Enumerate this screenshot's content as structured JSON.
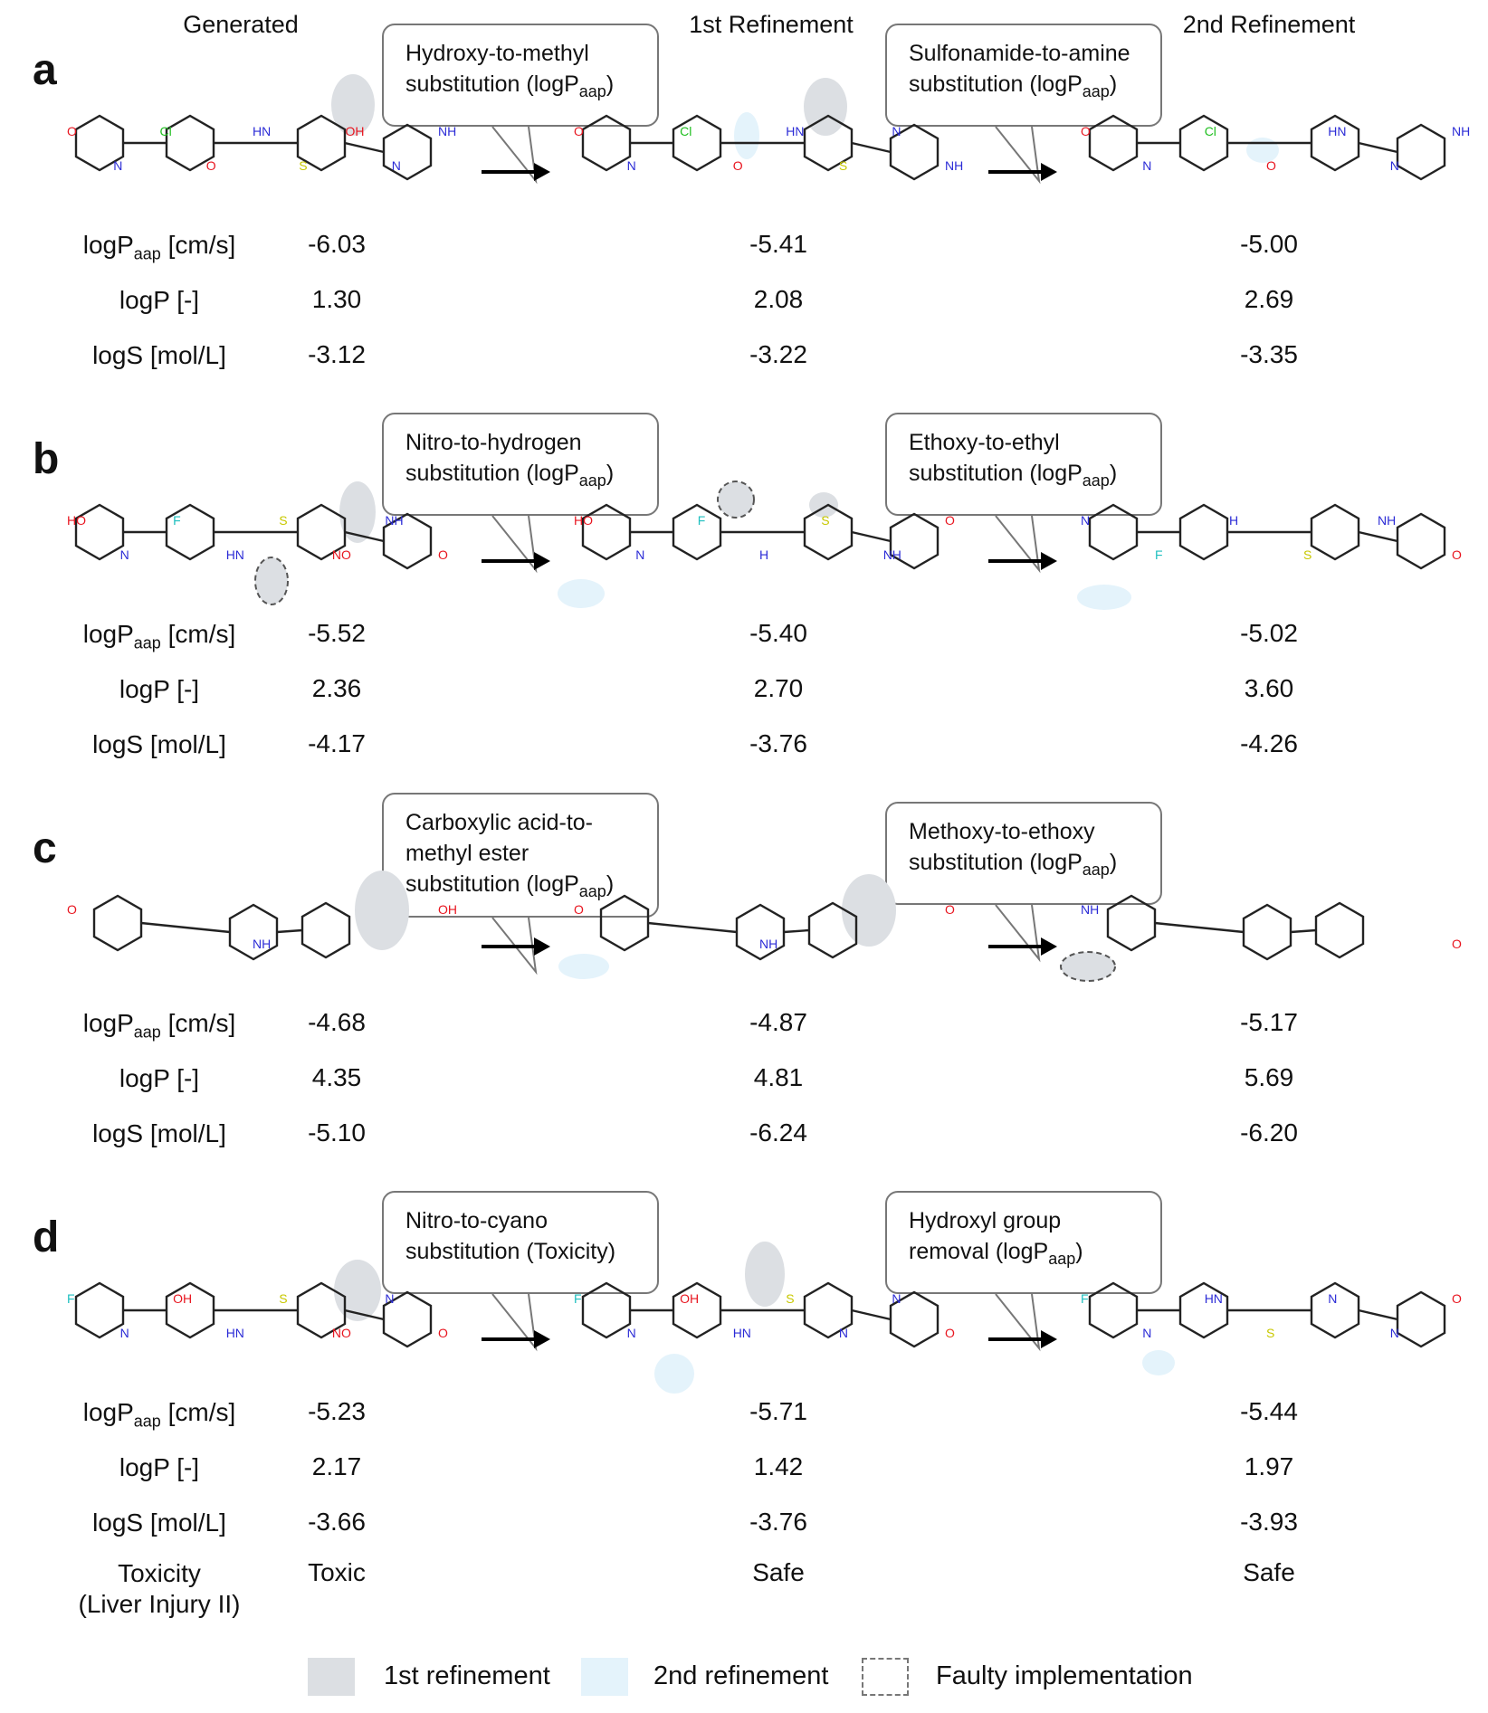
{
  "columns": [
    "Generated",
    "1st Refinement",
    "2nd Refinement"
  ],
  "panels": [
    {
      "letter": "a",
      "bubbles": [
        {
          "line1": "Hydroxy-to-methyl",
          "line2_pre": "substitution (logP",
          "sub": "aap",
          "line2_post": ")"
        },
        {
          "line1": "Sulfonamide-to-amine",
          "line2_pre": "substitution (logP",
          "sub": "aap",
          "line2_post": ")"
        }
      ],
      "labels": {
        "logpaap_pre": "logP",
        "logpaap_sub": "aap",
        "logpaap_post": " [cm/s]",
        "logp": "logP [-]",
        "logs": "logS [mol/L]"
      },
      "values": [
        [
          "-6.03",
          "1.30",
          "-3.12"
        ],
        [
          "-5.41",
          "2.08",
          "-3.22"
        ],
        [
          "-5.00",
          "2.69",
          "-3.35"
        ]
      ]
    },
    {
      "letter": "b",
      "bubbles": [
        {
          "line1": "Nitro-to-hydrogen",
          "line2_pre": "substitution (logP",
          "sub": "aap",
          "line2_post": ")"
        },
        {
          "line1": "Ethoxy-to-ethyl",
          "line2_pre": "substitution (logP",
          "sub": "aap",
          "line2_post": ")"
        }
      ],
      "labels": {
        "logpaap_pre": "logP",
        "logpaap_sub": "aap",
        "logpaap_post": " [cm/s]",
        "logp": "logP [-]",
        "logs": "logS [mol/L]"
      },
      "values": [
        [
          "-5.52",
          "2.36",
          "-4.17"
        ],
        [
          "-5.40",
          "2.70",
          "-3.76"
        ],
        [
          "-5.02",
          "3.60",
          "-4.26"
        ]
      ]
    },
    {
      "letter": "c",
      "bubbles": [
        {
          "line0": "Carboxylic acid-to-",
          "line1": "methyl ester",
          "line2_pre": "substitution (logP",
          "sub": "aap",
          "line2_post": ")"
        },
        {
          "line1": "Methoxy-to-ethoxy",
          "line2_pre": "substitution (logP",
          "sub": "aap",
          "line2_post": ")"
        }
      ],
      "labels": {
        "logpaap_pre": "logP",
        "logpaap_sub": "aap",
        "logpaap_post": " [cm/s]",
        "logp": "logP [-]",
        "logs": "logS [mol/L]"
      },
      "values": [
        [
          "-4.68",
          "4.35",
          "-5.10"
        ],
        [
          "-4.87",
          "4.81",
          "-6.24"
        ],
        [
          "-5.17",
          "5.69",
          "-6.20"
        ]
      ]
    },
    {
      "letter": "d",
      "bubbles": [
        {
          "line1": "Nitro-to-cyano",
          "line2_pre": "substitution (Toxicity)",
          "sub": "",
          "line2_post": ""
        },
        {
          "line1": "Hydroxyl group",
          "line2_pre": "removal (logP",
          "sub": "aap",
          "line2_post": ")"
        }
      ],
      "labels": {
        "logpaap_pre": "logP",
        "logpaap_sub": "aap",
        "logpaap_post": " [cm/s]",
        "logp": "logP [-]",
        "logs": "logS [mol/L]",
        "tox1": "Toxicity",
        "tox2": "(Liver Injury II)"
      },
      "values": [
        [
          "-5.23",
          "2.17",
          "-3.66",
          "Toxic"
        ],
        [
          "-5.71",
          "1.42",
          "-3.76",
          "Safe"
        ],
        [
          "-5.44",
          "1.97",
          "-3.93",
          "Safe"
        ]
      ]
    }
  ],
  "atoms": {
    "a": [
      [
        {
          "t": "O",
          "c": "#e8151f"
        },
        {
          "t": "N",
          "c": "#2b2bd6"
        },
        {
          "t": "Cl",
          "c": "#1fbf1f"
        },
        {
          "t": "O",
          "c": "#e8151f"
        },
        {
          "t": "HN",
          "c": "#2b2bd6"
        },
        {
          "t": "S",
          "c": "#c8c800"
        },
        {
          "t": "OH",
          "c": "#e8151f"
        },
        {
          "t": "N",
          "c": "#2b2bd6"
        },
        {
          "t": "NH",
          "c": "#2b2bd6"
        }
      ],
      [
        {
          "t": "O",
          "c": "#e8151f"
        },
        {
          "t": "N",
          "c": "#2b2bd6"
        },
        {
          "t": "Cl",
          "c": "#1fbf1f"
        },
        {
          "t": "O",
          "c": "#e8151f"
        },
        {
          "t": "HN",
          "c": "#2b2bd6"
        },
        {
          "t": "S",
          "c": "#c8c800"
        },
        {
          "t": "N",
          "c": "#2b2bd6"
        },
        {
          "t": "NH",
          "c": "#2b2bd6"
        }
      ],
      [
        {
          "t": "O",
          "c": "#e8151f"
        },
        {
          "t": "N",
          "c": "#2b2bd6"
        },
        {
          "t": "Cl",
          "c": "#1fbf1f"
        },
        {
          "t": "O",
          "c": "#e8151f"
        },
        {
          "t": "HN",
          "c": "#2b2bd6"
        },
        {
          "t": "N",
          "c": "#2b2bd6"
        },
        {
          "t": "NH",
          "c": "#2b2bd6"
        }
      ]
    ],
    "b": [
      [
        {
          "t": "HO",
          "c": "#e8151f"
        },
        {
          "t": "N",
          "c": "#2b2bd6"
        },
        {
          "t": "F",
          "c": "#1fbfbf"
        },
        {
          "t": "HN",
          "c": "#2b2bd6"
        },
        {
          "t": "S",
          "c": "#c8c800"
        },
        {
          "t": "NO",
          "c": "#e8151f"
        },
        {
          "t": "NH",
          "c": "#2b2bd6"
        },
        {
          "t": "O",
          "c": "#e8151f"
        }
      ],
      [
        {
          "t": "HO",
          "c": "#e8151f"
        },
        {
          "t": "N",
          "c": "#2b2bd6"
        },
        {
          "t": "F",
          "c": "#1fbfbf"
        },
        {
          "t": "H",
          "c": "#2b2bd6"
        },
        {
          "t": "S",
          "c": "#c8c800"
        },
        {
          "t": "NH",
          "c": "#2b2bd6"
        },
        {
          "t": "O",
          "c": "#e8151f"
        }
      ],
      [
        {
          "t": "N",
          "c": "#2b2bd6"
        },
        {
          "t": "F",
          "c": "#1fbfbf"
        },
        {
          "t": "H",
          "c": "#2b2bd6"
        },
        {
          "t": "S",
          "c": "#c8c800"
        },
        {
          "t": "NH",
          "c": "#2b2bd6"
        },
        {
          "t": "O",
          "c": "#e8151f"
        }
      ]
    ],
    "c": [
      [
        {
          "t": "O",
          "c": "#e8151f"
        },
        {
          "t": "NH",
          "c": "#2b2bd6"
        },
        {
          "t": "OH",
          "c": "#e8151f"
        }
      ],
      [
        {
          "t": "O",
          "c": "#e8151f"
        },
        {
          "t": "NH",
          "c": "#2b2bd6"
        },
        {
          "t": "O",
          "c": "#e8151f"
        }
      ],
      [
        {
          "t": "NH",
          "c": "#2b2bd6"
        },
        {
          "t": "O",
          "c": "#e8151f"
        }
      ]
    ],
    "d": [
      [
        {
          "t": "F",
          "c": "#1fbfbf"
        },
        {
          "t": "N",
          "c": "#2b2bd6"
        },
        {
          "t": "OH",
          "c": "#e8151f"
        },
        {
          "t": "HN",
          "c": "#2b2bd6"
        },
        {
          "t": "S",
          "c": "#c8c800"
        },
        {
          "t": "NO",
          "c": "#e8151f"
        },
        {
          "t": "N",
          "c": "#2b2bd6"
        },
        {
          "t": "O",
          "c": "#e8151f"
        }
      ],
      [
        {
          "t": "F",
          "c": "#1fbfbf"
        },
        {
          "t": "N",
          "c": "#2b2bd6"
        },
        {
          "t": "OH",
          "c": "#e8151f"
        },
        {
          "t": "HN",
          "c": "#2b2bd6"
        },
        {
          "t": "S",
          "c": "#c8c800"
        },
        {
          "t": "N",
          "c": "#2b2bd6"
        },
        {
          "t": "N",
          "c": "#2b2bd6"
        },
        {
          "t": "O",
          "c": "#e8151f"
        }
      ],
      [
        {
          "t": "F",
          "c": "#1fbfbf"
        },
        {
          "t": "N",
          "c": "#2b2bd6"
        },
        {
          "t": "HN",
          "c": "#2b2bd6"
        },
        {
          "t": "S",
          "c": "#c8c800"
        },
        {
          "t": "N",
          "c": "#2b2bd6"
        },
        {
          "t": "N",
          "c": "#2b2bd6"
        },
        {
          "t": "O",
          "c": "#e8151f"
        }
      ]
    ]
  },
  "legend": [
    {
      "label": "1st refinement",
      "color": "#dcdfe3",
      "style": "solid"
    },
    {
      "label": "2nd refinement",
      "color": "#e4f3fb",
      "style": "solid"
    },
    {
      "label": "Faulty implementation",
      "color": "#777777",
      "style": "dashed"
    }
  ],
  "colors": {
    "bond": "#222222",
    "highlight1": "#dcdfe3",
    "highlight2": "#e4f3fb",
    "bubble_border": "#777777"
  }
}
